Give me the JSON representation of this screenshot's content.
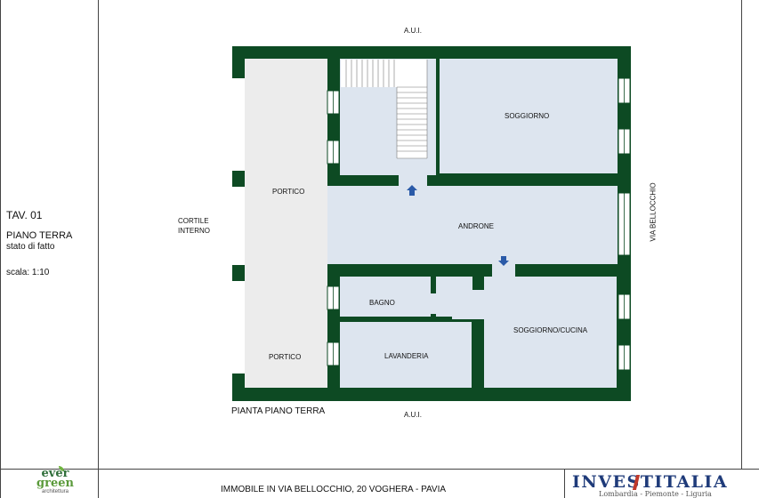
{
  "sheet": {
    "tav": "TAV. 01",
    "floor": "PIANO TERRA",
    "state": "stato di fatto",
    "scale": "scala: 1:10"
  },
  "plan": {
    "title": "PIANTA PIANO TERRA",
    "labels": {
      "aui_top": "A.U.I.",
      "aui_bottom": "A.U.I.",
      "via": "VIA BELLOCCHIO",
      "cortile": "CORTILE",
      "interno": "INTERNO",
      "portico_top": "PORTICO",
      "portico_bottom": "PORTICO",
      "soggiorno": "SOGGIORNO",
      "androne": "ANDRONE",
      "bagno": "BAGNO",
      "lavanderia": "LAVANDERIA",
      "soggiorno_cucina": "SOGGIORNO/CUCINA"
    }
  },
  "footer": {
    "address": "IMMOBILE IN VIA BELLOCCHIO, 20 VOGHERA - PAVIA",
    "evergreen_line1": "ever",
    "evergreen_line2": "green",
    "evergreen_sub": "architettura",
    "investitalia": "INVESTITALIA",
    "investitalia_sub": "Lombardia - Piemonte - Liguria"
  },
  "colors": {
    "wall": "#0d4a23",
    "room": "#dde5ef",
    "portico": "#ececec",
    "arrow": "#2a5aa8"
  }
}
